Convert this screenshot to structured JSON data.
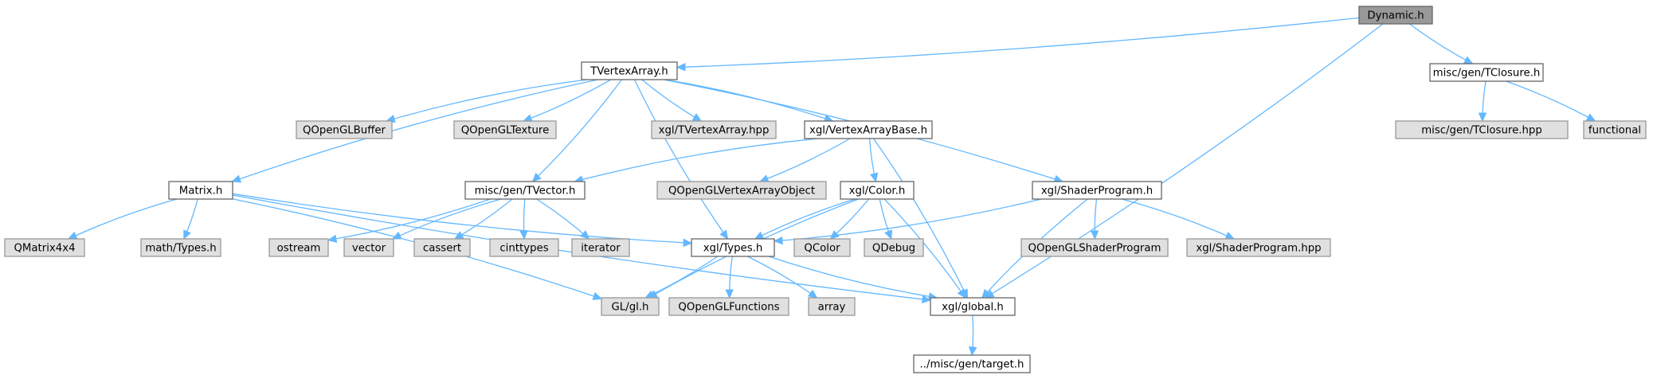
{
  "colors": {
    "edge": "#63b8ff",
    "node_fill": "#ffffff",
    "node_stroke": "#666666",
    "root_fill": "#999999",
    "external_fill": "#e0e0e0",
    "external_stroke": "#999999",
    "text": "#000000"
  },
  "nodes": [
    {
      "id": "dynamic",
      "label": "Dynamic.h",
      "kind": "root"
    },
    {
      "id": "tvertexarray",
      "label": "TVertexArray.h",
      "kind": "file"
    },
    {
      "id": "tclosure_h",
      "label": "misc/gen/TClosure.h",
      "kind": "file"
    },
    {
      "id": "qoglbuffer",
      "label": "QOpenGLBuffer",
      "kind": "external"
    },
    {
      "id": "qogltexture",
      "label": "QOpenGLTexture",
      "kind": "external"
    },
    {
      "id": "tvertexarray_hpp",
      "label": "xgl/TVertexArray.hpp",
      "kind": "external"
    },
    {
      "id": "vertexarraybase",
      "label": "xgl/VertexArrayBase.h",
      "kind": "file"
    },
    {
      "id": "tclosure_hpp",
      "label": "misc/gen/TClosure.hpp",
      "kind": "external"
    },
    {
      "id": "functional",
      "label": "functional",
      "kind": "external"
    },
    {
      "id": "matrix",
      "label": "Matrix.h",
      "kind": "file"
    },
    {
      "id": "tvector",
      "label": "misc/gen/TVector.h",
      "kind": "file"
    },
    {
      "id": "qoglvao",
      "label": "QOpenGLVertexArrayObject",
      "kind": "external"
    },
    {
      "id": "color",
      "label": "xgl/Color.h",
      "kind": "file"
    },
    {
      "id": "shaderprogram",
      "label": "xgl/ShaderProgram.h",
      "kind": "file"
    },
    {
      "id": "qmatrix4x4",
      "label": "QMatrix4x4",
      "kind": "external"
    },
    {
      "id": "mathtypes",
      "label": "math/Types.h",
      "kind": "external"
    },
    {
      "id": "ostream",
      "label": "ostream",
      "kind": "external"
    },
    {
      "id": "vector",
      "label": "vector",
      "kind": "external"
    },
    {
      "id": "cassert",
      "label": "cassert",
      "kind": "external"
    },
    {
      "id": "cinttypes",
      "label": "cinttypes",
      "kind": "external"
    },
    {
      "id": "iterator",
      "label": "iterator",
      "kind": "external"
    },
    {
      "id": "types",
      "label": "xgl/Types.h",
      "kind": "file"
    },
    {
      "id": "qcolor",
      "label": "QColor",
      "kind": "external"
    },
    {
      "id": "qdebug",
      "label": "QDebug",
      "kind": "external"
    },
    {
      "id": "qoglshaderprogram",
      "label": "QOpenGLShaderProgram",
      "kind": "external"
    },
    {
      "id": "shaderprogram_hpp",
      "label": "xgl/ShaderProgram.hpp",
      "kind": "external"
    },
    {
      "id": "glgl",
      "label": "GL/gl.h",
      "kind": "external"
    },
    {
      "id": "qoglfunctions",
      "label": "QOpenGLFunctions",
      "kind": "external"
    },
    {
      "id": "array",
      "label": "array",
      "kind": "external"
    },
    {
      "id": "global",
      "label": "xgl/global.h",
      "kind": "file"
    },
    {
      "id": "target",
      "label": "../misc/gen/target.h",
      "kind": "file"
    }
  ],
  "edges": [
    [
      "dynamic",
      "tvertexarray"
    ],
    [
      "dynamic",
      "tclosure_h"
    ],
    [
      "dynamic",
      "global"
    ],
    [
      "tvertexarray",
      "qoglbuffer"
    ],
    [
      "tvertexarray",
      "qogltexture"
    ],
    [
      "tvertexarray",
      "tvertexarray_hpp"
    ],
    [
      "tvertexarray",
      "vertexarraybase"
    ],
    [
      "tvertexarray",
      "matrix"
    ],
    [
      "tvertexarray",
      "tvector"
    ],
    [
      "tvertexarray",
      "types"
    ],
    [
      "tvertexarray",
      "shaderprogram"
    ],
    [
      "tclosure_h",
      "tclosure_hpp"
    ],
    [
      "tclosure_h",
      "functional"
    ],
    [
      "vertexarraybase",
      "tvector"
    ],
    [
      "vertexarraybase",
      "qoglvao"
    ],
    [
      "vertexarraybase",
      "color"
    ],
    [
      "vertexarraybase",
      "global"
    ],
    [
      "matrix",
      "qmatrix4x4"
    ],
    [
      "matrix",
      "mathtypes"
    ],
    [
      "matrix",
      "types"
    ],
    [
      "matrix",
      "glgl"
    ],
    [
      "matrix",
      "global"
    ],
    [
      "tvector",
      "ostream"
    ],
    [
      "tvector",
      "vector"
    ],
    [
      "tvector",
      "cassert"
    ],
    [
      "tvector",
      "cinttypes"
    ],
    [
      "tvector",
      "iterator"
    ],
    [
      "color",
      "types"
    ],
    [
      "color",
      "qcolor"
    ],
    [
      "color",
      "qdebug"
    ],
    [
      "color",
      "global"
    ],
    [
      "color",
      "glgl"
    ],
    [
      "shaderprogram",
      "types"
    ],
    [
      "shaderprogram",
      "qoglshaderprogram"
    ],
    [
      "shaderprogram",
      "shaderprogram_hpp"
    ],
    [
      "shaderprogram",
      "global"
    ],
    [
      "types",
      "glgl"
    ],
    [
      "types",
      "qoglfunctions"
    ],
    [
      "types",
      "array"
    ],
    [
      "types",
      "global"
    ],
    [
      "global",
      "target"
    ]
  ]
}
